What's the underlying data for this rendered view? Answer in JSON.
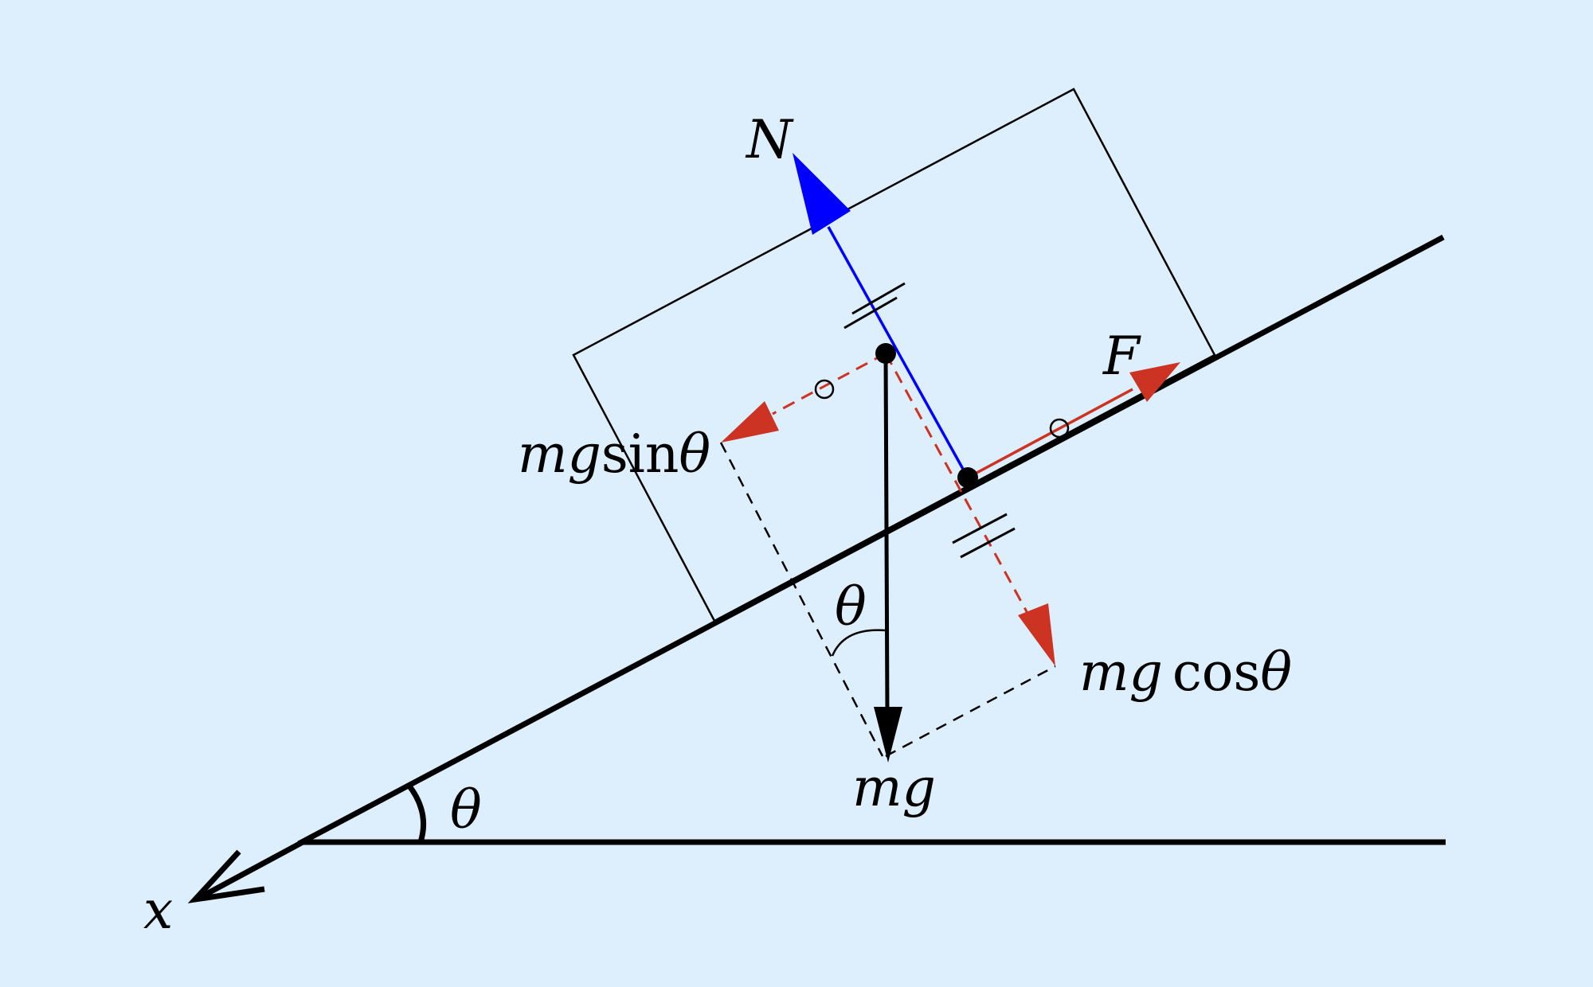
{
  "colors": {
    "background": "#ddeefc",
    "line": "#000000",
    "normal_force": "#0000ff",
    "component": "#cc3322"
  },
  "labels": {
    "normal": "N",
    "friction": "F",
    "weight": "mg",
    "component_parallel_factor": "mg",
    "component_parallel_func": "sin",
    "component_parallel_angle": "θ",
    "component_perp_factor": "mg",
    "component_perp_func": "cos",
    "component_perp_angle": "θ",
    "incline_angle": "θ",
    "weight_angle": "θ",
    "axis": "x"
  }
}
